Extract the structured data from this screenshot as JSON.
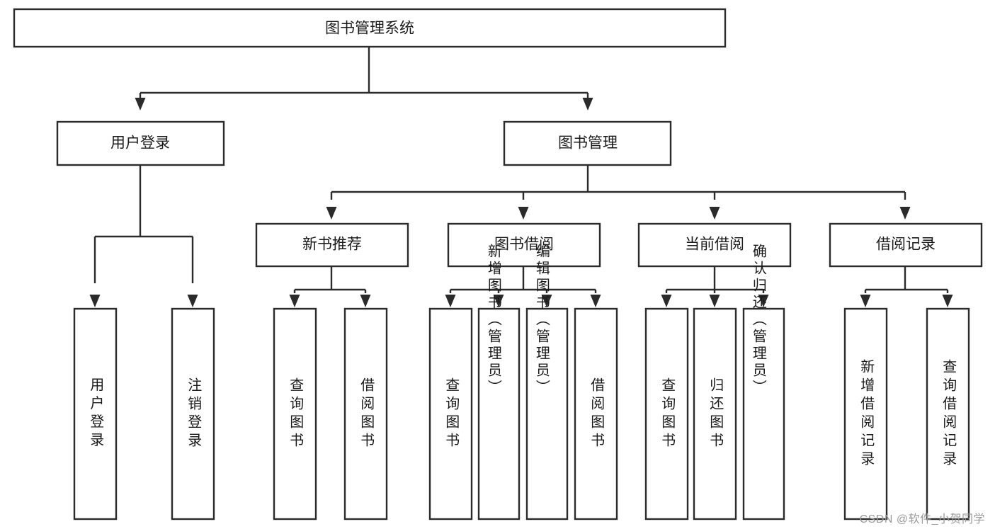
{
  "diagram": {
    "type": "tree-hierarchy-chart",
    "title": "图书管理系统",
    "watermark": "CSDN @软件_小贺同学",
    "colors": {
      "box_stroke": "#2b2b2b",
      "box_fill": "#ffffff",
      "text": "#1a1a1a",
      "connector": "#2b2b2b",
      "watermark": "#9a9a9a",
      "background": "#ffffff"
    },
    "levels": {
      "root": {
        "label": "图书管理系统"
      },
      "level2": [
        {
          "label": "用户登录"
        },
        {
          "label": "图书管理"
        }
      ],
      "level3": [
        {
          "label": "新书推荐"
        },
        {
          "label": "图书借阅"
        },
        {
          "label": "当前借阅"
        },
        {
          "label": "借阅记录"
        }
      ],
      "leaves": {
        "user_login": [
          {
            "label": "用户登录"
          },
          {
            "label": "注销登录"
          }
        ],
        "new_book_recommend": [
          {
            "label": "查询图书"
          },
          {
            "label": "借阅图书"
          }
        ],
        "book_borrow": [
          {
            "label": "查询图书"
          },
          {
            "label": "新增图书（管理员）"
          },
          {
            "label": "编辑图书（管理员）"
          },
          {
            "label": "借阅图书"
          }
        ],
        "current_borrow": [
          {
            "label": "查询图书"
          },
          {
            "label": "归还图书"
          },
          {
            "label": "确认归还（管理员）"
          }
        ],
        "borrow_records": [
          {
            "label": "新增借阅记录"
          },
          {
            "label": "查询借阅记录"
          }
        ]
      }
    }
  }
}
